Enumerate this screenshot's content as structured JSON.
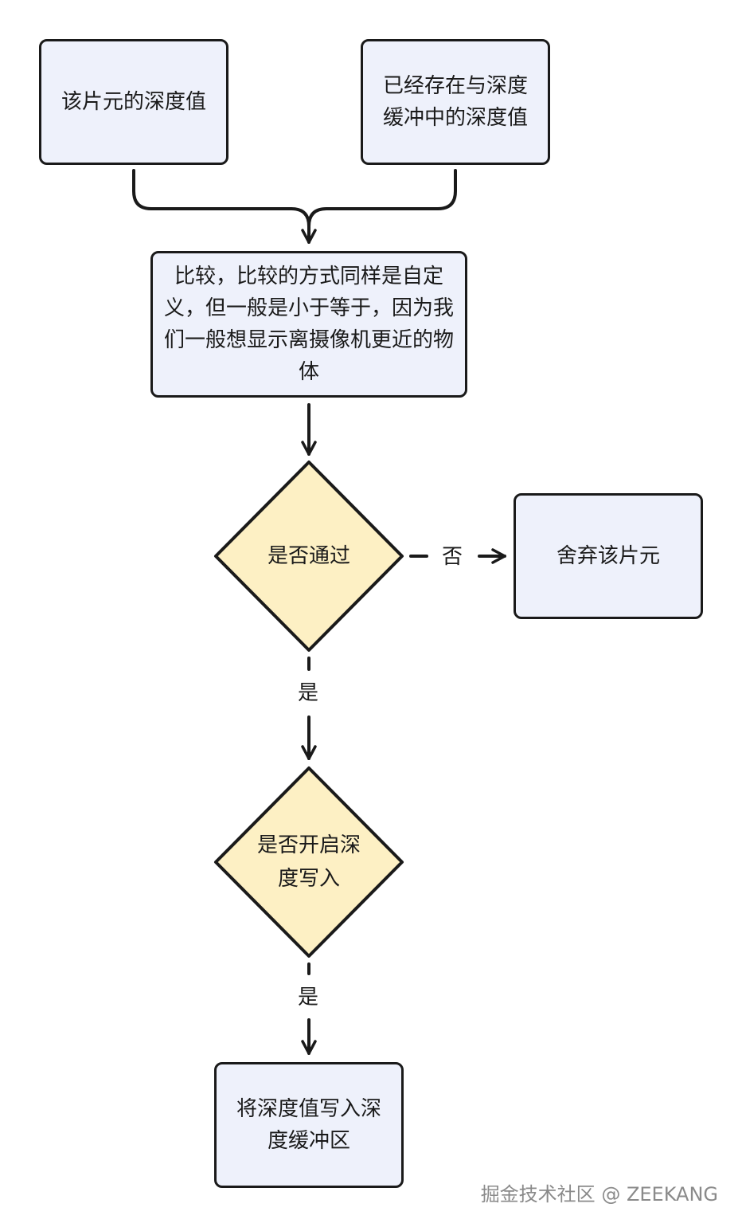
{
  "nodes": {
    "fragment_depth": "该片元的深度值",
    "buffer_depth": "已经存在与深度缓冲中的深度值",
    "compare": "比较，比较的方式同样是自定义，但一般是小于等于，因为我们一般想显示离摄像机更近的物体",
    "test_pass": "是否通过",
    "discard": "舍弃该片元",
    "depth_write_enabled": "是否开启深度写入",
    "write_depth": "将深度值写入深度缓冲区"
  },
  "edge_labels": {
    "no": "否",
    "yes_pass": "是",
    "yes_write": "是"
  },
  "colors": {
    "process_fill": "#eef1fb",
    "decision_fill": "#fdf0c4",
    "stroke": "#1a1a1a"
  },
  "watermark": "掘金技术社区 @ ZEEKANG"
}
